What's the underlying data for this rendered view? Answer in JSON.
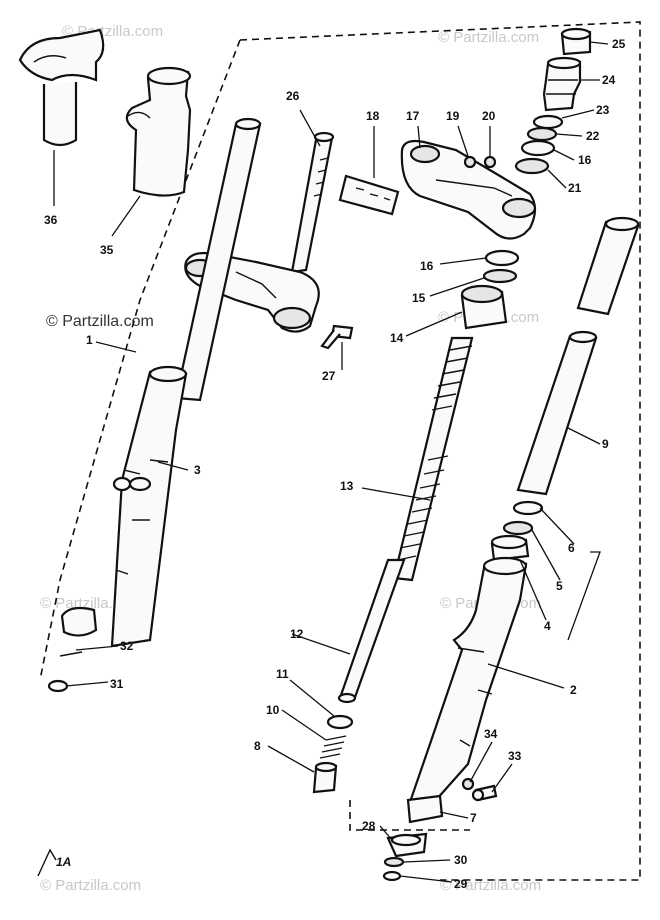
{
  "watermark": {
    "main": "© Partzilla.com",
    "faint": "© Partzilla.com"
  },
  "corner_mark": "1A",
  "labels": {
    "p1": "1",
    "p2": "2",
    "p3": "3",
    "p4": "4",
    "p5": "5",
    "p6": "6",
    "p7": "7",
    "p8": "8",
    "p9": "9",
    "p10": "10",
    "p11": "11",
    "p12": "12",
    "p13": "13",
    "p14": "14",
    "p15": "15",
    "p16a": "16",
    "p16b": "16",
    "p17": "17",
    "p18": "18",
    "p19": "19",
    "p20": "20",
    "p21": "21",
    "p22": "22",
    "p23": "23",
    "p24": "24",
    "p25": "25",
    "p26": "26",
    "p27": "27",
    "p28": "28",
    "p29": "29",
    "p30": "30",
    "p31": "31",
    "p32": "32",
    "p33": "33",
    "p34": "34",
    "p35": "35",
    "p36": "36"
  }
}
